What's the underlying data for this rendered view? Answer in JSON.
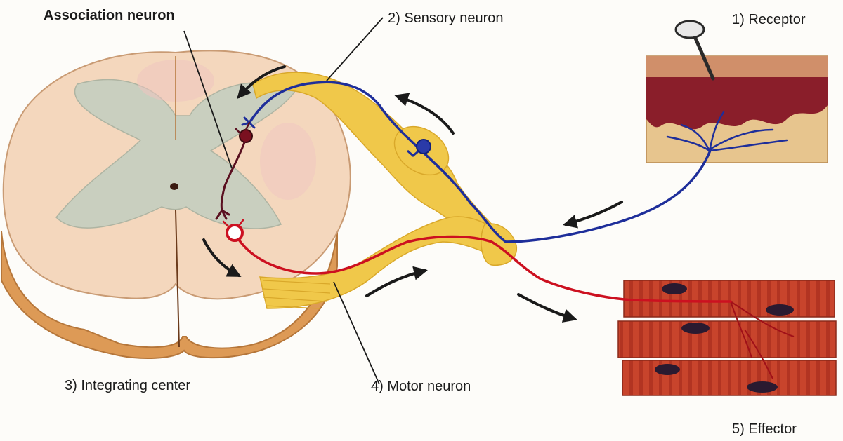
{
  "labels": {
    "association_neuron": "Association neuron",
    "sensory_neuron": "2) Sensory neuron",
    "receptor": "1) Receptor",
    "integrating_center": "3) Integrating center",
    "motor_neuron": "4) Motor neuron",
    "effector": "5) Effector"
  },
  "colors": {
    "sensory_neuron": "#1e2e9a",
    "motor_neuron": "#cc1020",
    "association_neuron": "#5a1020",
    "nerve": "#f0c84a",
    "gray_matter": "#c9cfbf",
    "white_matter": "#f2d2b4",
    "muscle": "#c8442c",
    "skin_dermis": "#8a1e2a"
  },
  "icons": [
    "arrow-icon",
    "tack-icon"
  ]
}
